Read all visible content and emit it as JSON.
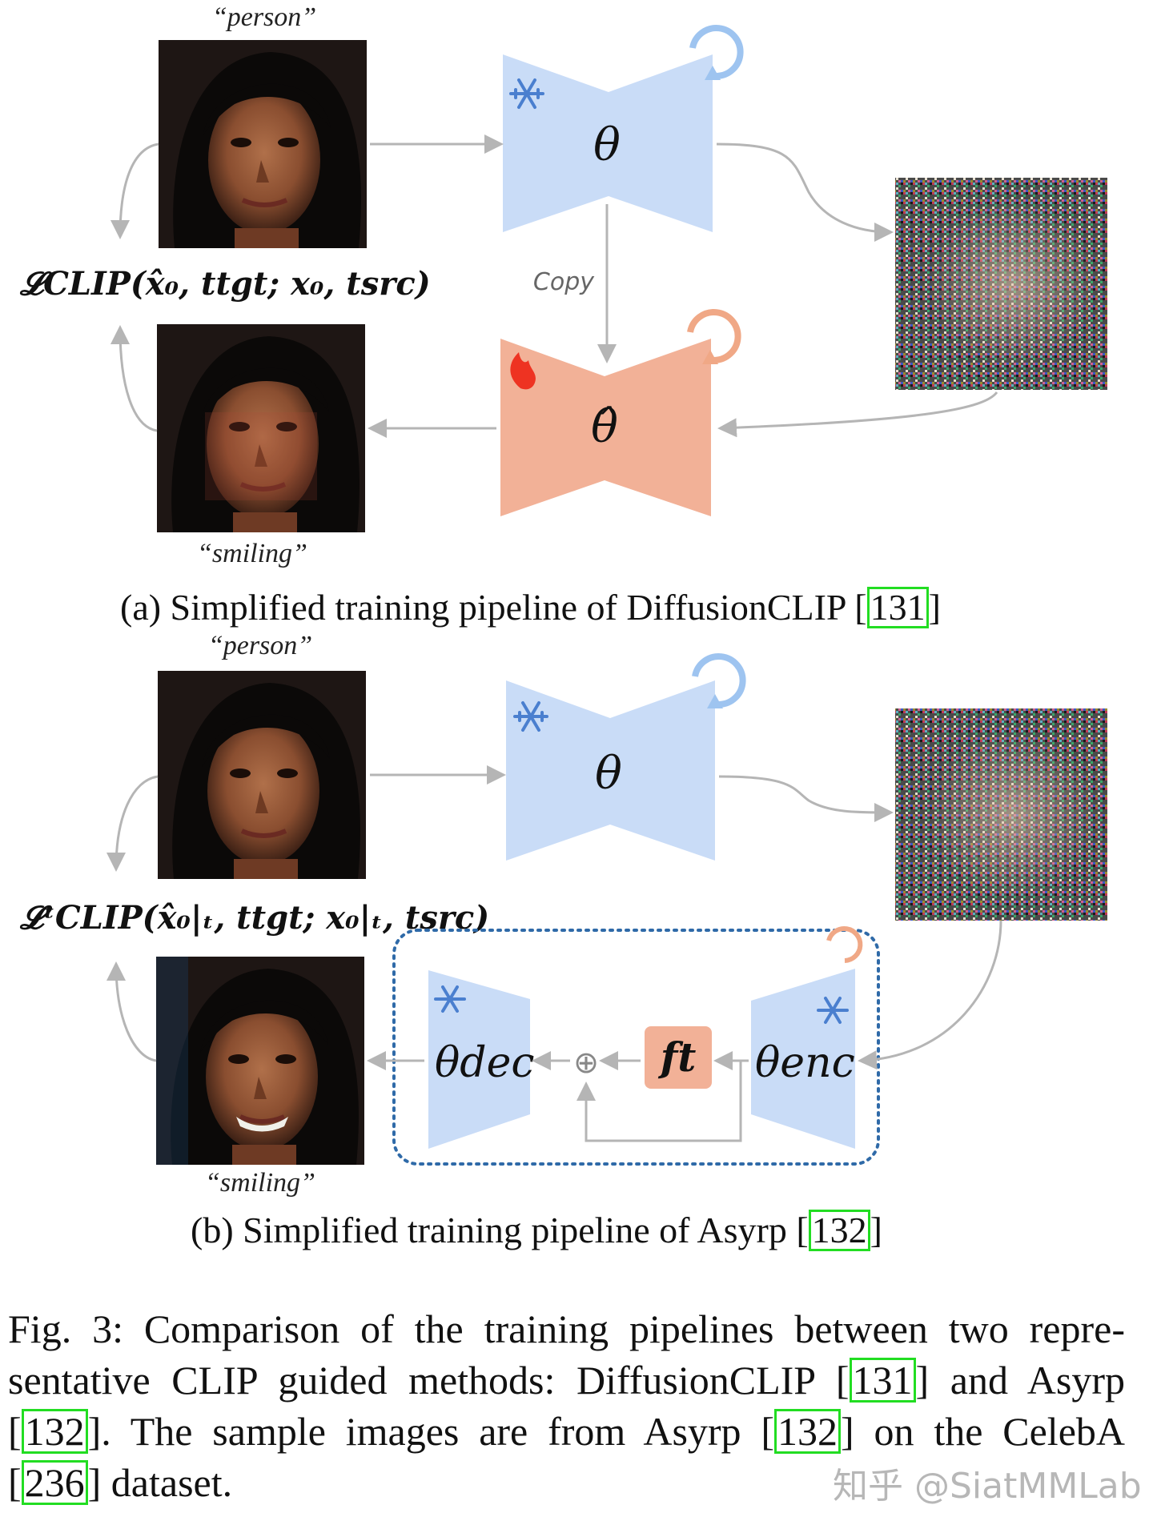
{
  "panel_a": {
    "top_prompt": "“person”",
    "bottom_prompt": "“smiling”",
    "loss": "𝓛CLIP(x̂₀, ttgt; x₀, tsrc)",
    "frozen_label": "θ",
    "tuned_label": "θ̂",
    "copy_label": "Copy",
    "caption_text": "(a) Simplified training pipeline of DiffusionCLIP [",
    "caption_cite": "131",
    "caption_end": "]"
  },
  "panel_b": {
    "top_prompt": "“person”",
    "bottom_prompt": "“smiling”",
    "loss": "𝓛ᵗCLIP(x̂₀|ₜ, ttgt; x₀|ₜ, tsrc)",
    "frozen_label": "θ",
    "dec_label": "θdec",
    "enc_label": "θenc",
    "ft_label": "ft",
    "plus_symbol": "⊕",
    "caption_text": "(b) Simplified training pipeline of Asyrp [",
    "caption_cite": "132",
    "caption_end": "]"
  },
  "figure_caption": {
    "line1": "Fig. 3: Comparison of the training pipelines between two repre-",
    "line2_a": "sentative CLIP guided methods: DiffusionCLIP [",
    "cite_131": "131",
    "line2_b": "] and Asyrp",
    "line3_a": "[",
    "cite_132a": "132",
    "line3_b": "]. The sample images are from Asyrp [",
    "cite_132b": "132",
    "line3_c": "] on the CelebA",
    "line4_a": "[",
    "cite_236": "236",
    "line4_b": "] dataset."
  },
  "watermark": "知乎 @SiatMMLab",
  "colors": {
    "frozen_blue": "#c9dcf7",
    "tuned_orange": "#f2b197",
    "snowflake": "#4a7fcf",
    "fire": "#ee3322",
    "arrow_gray": "#b5b5b5",
    "dotted_box": "#2f6aa8",
    "cite_box": "#22dd22"
  }
}
